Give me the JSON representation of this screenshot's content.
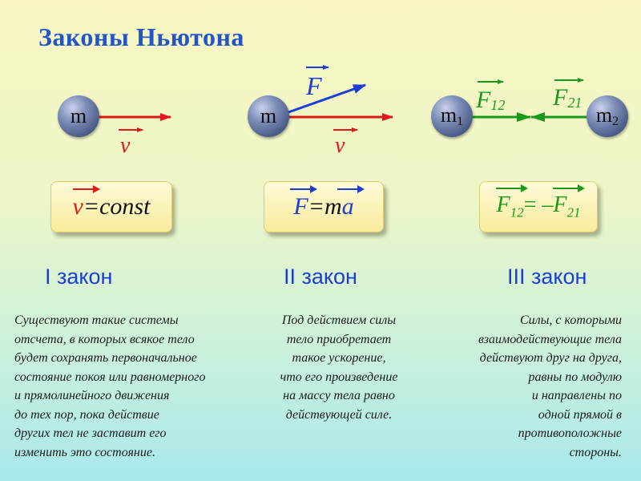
{
  "title": "Законы Ньютона",
  "colors": {
    "red": "#e01818",
    "blue": "#1a3ed6",
    "green": "#1a9a1a",
    "title": "#2255cc"
  },
  "diagram1": {
    "mass": "m",
    "velocity": "v"
  },
  "diagram2": {
    "mass": "m",
    "force": "F",
    "velocity": "v"
  },
  "diagram3": {
    "mass1_base": "m",
    "mass1_sub": "1",
    "mass2_base": "m",
    "mass2_sub": "2",
    "f12_base": "F",
    "f12_sub": "12",
    "f21_base": "F",
    "f21_sub": "21"
  },
  "formula1": {
    "v": "v",
    "rest": "=const"
  },
  "formula2": {
    "f": "F",
    "eq": "=m",
    "a": "a"
  },
  "formula3": {
    "f1_base": "F",
    "f1_sub": "12",
    "eq": "= –",
    "f2_base": "F",
    "f2_sub": "21"
  },
  "laws": [
    "I закон",
    "II закон",
    "III закон"
  ],
  "descriptions": [
    "Существуют такие системы\nотсчета, в которых всякое тело\nбудет сохранять первоначальное\nсостояние покоя или равномерного\nи прямолинейного движения\nдо тех пор, пока действие\nдругих тел не заставит его\nизменить это состояние.",
    "Под действием силы\nтело приобретает\nтакое ускорение,\nчто его произведение\nна массу тела равно\nдействующей силе.",
    "Силы, с которыми\nвзаимодействующие тела\nдействуют друг на друга,\nравны по модулю\nи направлены по\nодной прямой в\nпротивоположные\nстороны."
  ]
}
